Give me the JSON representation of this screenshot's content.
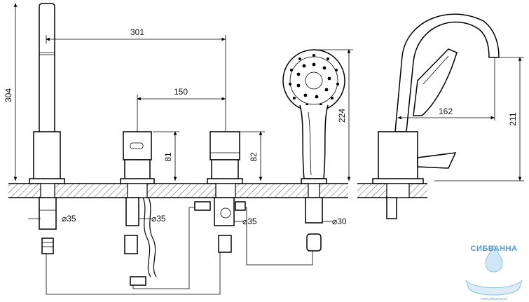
{
  "dimensions": {
    "shower_height": "304",
    "spacing_total": "301",
    "spacing_valve": "150",
    "valve_height_a": "81",
    "valve_height_b": "82",
    "handshower_height": "224",
    "spout_reach": "162",
    "spout_height": "211"
  },
  "diameters": {
    "holder": "⌀35",
    "valve_a": "⌀35",
    "valve_b": "⌀35",
    "handshower": "⌀30"
  },
  "watermark": {
    "brand": "СИБВАННА",
    "url": "www.sibvanna.ru"
  },
  "colors": {
    "line": "#000000",
    "hatch": "#555555",
    "watermark": "#4a9bd6"
  }
}
